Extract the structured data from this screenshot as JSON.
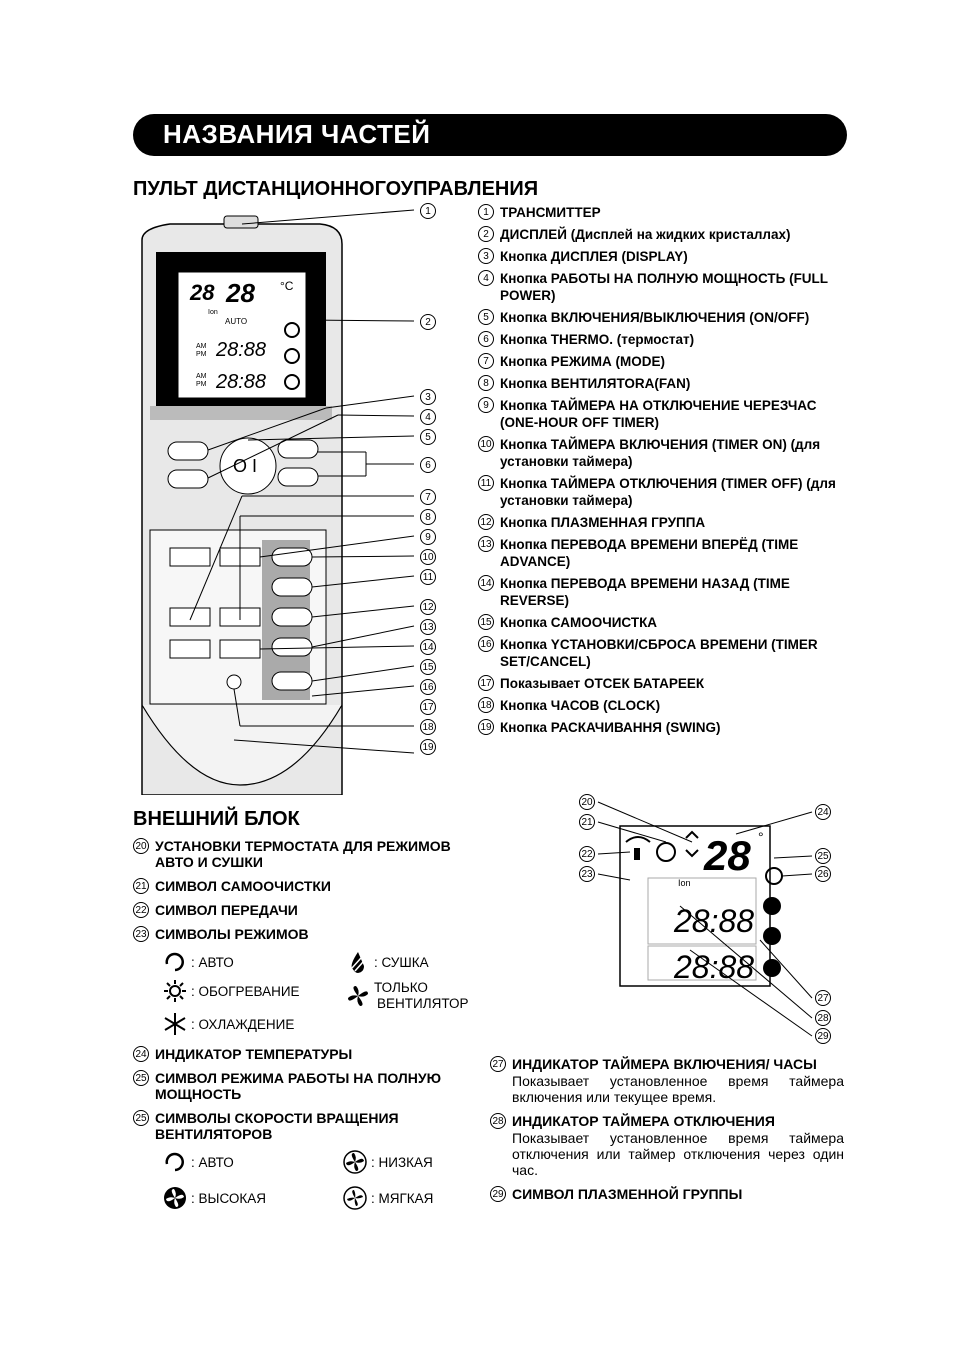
{
  "banner": "НАЗВАНИЯ ЧАСТЕЙ",
  "remote_heading": "ПУЛЬТ ДИСТАНЦИОННОГОУПРАВЛЕНИЯ",
  "remote_items": [
    {
      "n": "1",
      "text": "ТРАНСМИТТЕР"
    },
    {
      "n": "2",
      "text": "ДИСПЛЕЙ (Дисплей на жидких кристаллах)"
    },
    {
      "n": "3",
      "text": "Кнопка ДИСПЛЕЯ (DISPLAY)"
    },
    {
      "n": "4",
      "text": "Кнопка РАБОТЫ НА ПОЛНУЮ МОЩНОСТЬ (FULL POWER)"
    },
    {
      "n": "5",
      "text": "Кнопка ВКЛЮЧЕНИЯ/ВЫКЛЮЧЕНИЯ (ON/OFF)"
    },
    {
      "n": "6",
      "text": "Кнопка THERMO. (термостат)"
    },
    {
      "n": "7",
      "text": "Кнопка РЕЖИМА (MODE)"
    },
    {
      "n": "8",
      "text": "Кнопка ВЕНТИЛЯТОRA(FAN)"
    },
    {
      "n": "9",
      "text": "Кнопка ТАЙМЕРА НА ОТКЛЮЧЕНИЕ ЧЕРЕЗЧАС (ONE-HOUR OFF TIMER)"
    },
    {
      "n": "10",
      "text": "Кнопка ТАЙМЕРА ВКЛЮЧЕНИЯ (TIMER ON) (для установки таймера)"
    },
    {
      "n": "11",
      "text": "Кнопка ТАЙМЕРА ОТКЛЮЧЕНИЯ (TIMER OFF) (для установки таймера)"
    },
    {
      "n": "12",
      "text": "Кнопка ПЛАЗМЕННАЯ ГРУППА"
    },
    {
      "n": "13",
      "text": "Кнопка ПЕРЕВОДА ВРЕМЕНИ ВПЕРЁД (TIME ADVANCE)"
    },
    {
      "n": "14",
      "text": "Кнопка ПЕРЕВОДА ВРЕМЕНИ НАЗАД (TIME REVERSE)"
    },
    {
      "n": "15",
      "text": "Кнопка САМООЧИСТКА"
    },
    {
      "n": "16",
      "text": "Кнопка YCTAНОВКИ/СБРОСА ВРЕМЕНИ (TIMER SET/CANCEL)"
    },
    {
      "n": "17",
      "text": "Показывает ОТСЕК БАТАРЕЕК"
    },
    {
      "n": "18",
      "text": "Кнопка ЧАСОВ (CLOCK)"
    },
    {
      "n": "19",
      "text": "Кнопка РАСКАЧИВАННЯ (SWING)"
    }
  ],
  "outdoor_heading": "ВНЕШНИЙ БЛОК",
  "indoor_items": [
    {
      "n": "20",
      "text": "УСТАНОВКИ ТЕРМОСТАТА ДЛЯ РЕЖИМОВ АВТО И СУШКИ"
    },
    {
      "n": "21",
      "text": "СИМВОЛ САМООЧИСТКИ"
    },
    {
      "n": "22",
      "text": "СИМВОЛ ПЕРЕДАЧИ"
    },
    {
      "n": "23",
      "text": "СИМВОЛЫ РЕЖИМОВ"
    }
  ],
  "modes": {
    "auto": ": АВТО",
    "heat": ": ОБОГРЕВАНИЕ",
    "cool": ": ОХЛАЖДЕНИЕ",
    "dry": ": СУШКА",
    "fan_line1": "ТОЛЬКО",
    "fan_line2": "ВЕНТИЛЯТОР"
  },
  "indoor_items2": [
    {
      "n": "24",
      "text": "ИНДИКАТОР ТЕМПЕРАТУРЫ"
    },
    {
      "n": "25",
      "text": "СИМВОЛ РЕЖИМА РАБОТЫ НА ПОЛНУЮ МОЩНОСТЬ"
    },
    {
      "n": "25",
      "text": "СИМВОЛЫ СКОРОСТИ ВРАЩЕНИЯ ВЕНТИЛЯТОРОВ"
    }
  ],
  "fan_speeds": {
    "auto": ": АВТО",
    "low": ": НИЗКАЯ",
    "high": ": ВЫСОКАЯ",
    "soft": ": МЯГКАЯ"
  },
  "right_items": [
    {
      "n": "27",
      "title": "ИНДИКАТОР ТАЙМЕРА ВКЛЮЧЕНИЯ/ ЧАСЫ",
      "desc": "Показывает установленное время таймера включения или текущее время."
    },
    {
      "n": "28",
      "title": "ИНДИКАТОР ТАЙМЕРА ОТКЛЮЧЕНИЯ",
      "desc": "Показывает установленное время таймера отключения или таймер отключения через один час."
    },
    {
      "n": "29",
      "title": "СИМВОЛ ПЛАЗМЕННОЙ ГРУППЫ",
      "desc": ""
    }
  ],
  "lcd": {
    "temp": "28",
    "unit": "°C",
    "unit_big": "°",
    "time1": "28:88",
    "time2": "28:88",
    "auto": "AUTO",
    "ion": "Ion",
    "am": "AM",
    "pm": "PM"
  },
  "remote_labels": [
    "1",
    "2",
    "3",
    "4",
    "5",
    "6",
    "7",
    "8",
    "9",
    "10",
    "11",
    "12",
    "13",
    "14",
    "15",
    "16",
    "17",
    "18",
    "19"
  ],
  "big_labels": [
    "20",
    "21",
    "22",
    "23",
    "24",
    "25",
    "26",
    "27",
    "28",
    "29"
  ]
}
